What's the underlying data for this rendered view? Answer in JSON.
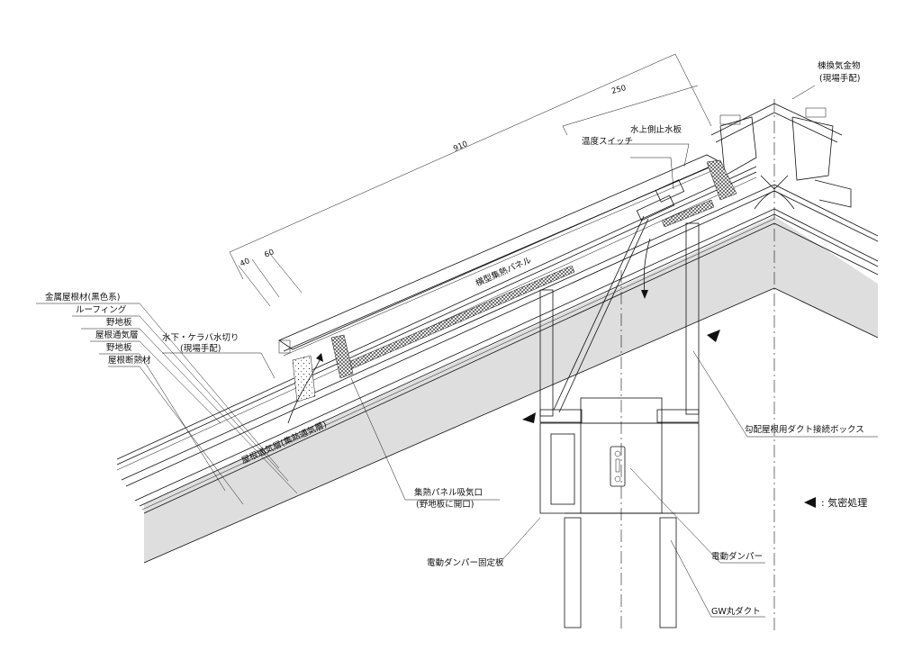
{
  "labels": {
    "roof_material": "金属屋根材(黒色系)",
    "roofing": "ルーフィング",
    "sheathing_1": "野地板",
    "roof_vent_layer": "屋根通気層",
    "sheathing_2": "野地板",
    "roof_insulation": "屋根断熱材",
    "water_cut_1": "水下・ケラバ水切り",
    "water_cut_2": "(現場手配)",
    "vent_layer_diag": "屋根通気層(集熱通気層)",
    "panel_name": "横型集熱パネル",
    "temp_switch": "温度スイッチ",
    "upper_stop_plate": "水上側止水板",
    "ridge_vent_1": "棟換気金物",
    "ridge_vent_2": "(現場手配)",
    "intake_1": "集熱パネル吸気口",
    "intake_2": "(野地板に開口)",
    "duct_box": "勾配屋根用ダクト接続ボックス",
    "damper_plate": "電動ダンパー固定板",
    "damper": "電動ダンパー",
    "gw_duct": "GW丸ダクト",
    "legend_text": ": 気密処理"
  },
  "dimensions": {
    "d910": "910",
    "d250": "250",
    "d40": "40",
    "d60": "60"
  }
}
